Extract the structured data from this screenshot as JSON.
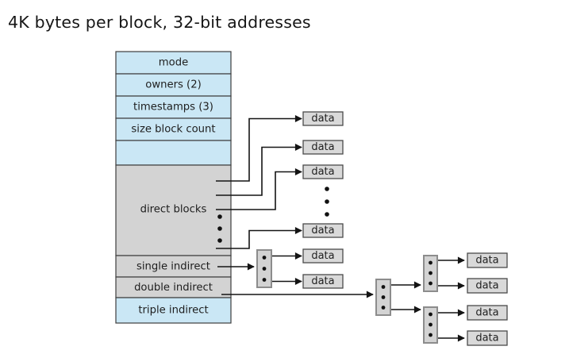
{
  "title": "4K bytes per block, 32-bit addresses",
  "colors": {
    "row_blue": "#cae7f5",
    "row_gray": "#d3d3d3",
    "data_box_gray": "#d9d9d9",
    "indirect_box_gray": "#d3d3d3",
    "line": "#141414"
  },
  "inode_table": {
    "rows": [
      {
        "label": "mode"
      },
      {
        "label": "owners (2)"
      },
      {
        "label": "timestamps (3)"
      },
      {
        "label": "size block count"
      },
      {
        "label": ""
      },
      {
        "label": "direct blocks"
      },
      {
        "label": "single indirect"
      },
      {
        "label": "double indirect"
      },
      {
        "label": "triple indirect"
      }
    ]
  },
  "data_box_label": "data",
  "structure": {
    "direct_data_boxes": 4,
    "single_indirect_data_boxes": 2,
    "double_indirect_first_level_blocks": 1,
    "double_indirect_second_level_blocks": 2,
    "double_indirect_data_boxes": 4
  }
}
